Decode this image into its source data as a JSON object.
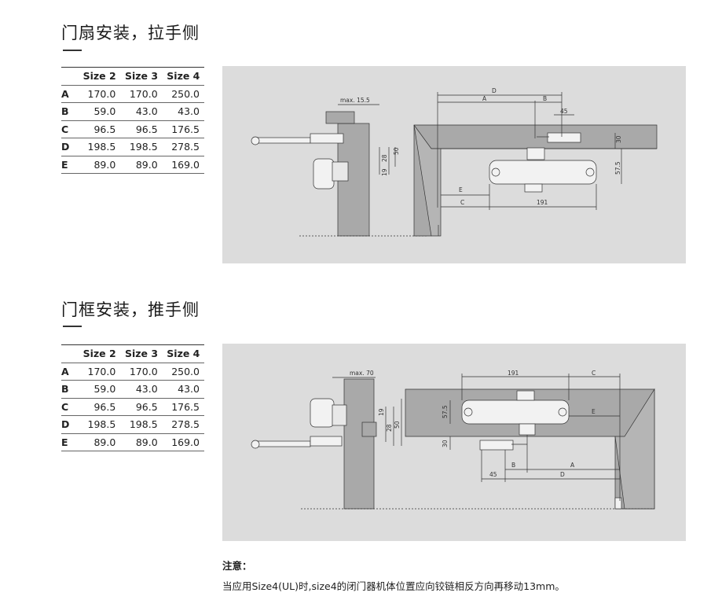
{
  "sections": [
    {
      "title": "门扇安装，拉手侧",
      "table": {
        "headers": [
          "",
          "Size 2",
          "Size 3",
          "Size 4"
        ],
        "rows": [
          {
            "key": "A",
            "values": [
              "170.0",
              "170.0",
              "250.0"
            ]
          },
          {
            "key": "B",
            "values": [
              "59.0",
              "43.0",
              "43.0"
            ]
          },
          {
            "key": "C",
            "values": [
              "96.5",
              "96.5",
              "176.5"
            ]
          },
          {
            "key": "D",
            "values": [
              "198.5",
              "198.5",
              "278.5"
            ]
          },
          {
            "key": "E",
            "values": [
              "89.0",
              "89.0",
              "169.0"
            ]
          }
        ]
      },
      "diagram": {
        "labels": [
          "max. 15.5",
          "D",
          "A",
          "B",
          "45",
          "30",
          "57.5",
          "E",
          "C",
          "191",
          "50",
          "28",
          "19"
        ]
      }
    },
    {
      "title": "门框安装，推手侧",
      "table": {
        "headers": [
          "",
          "Size 2",
          "Size 3",
          "Size 4"
        ],
        "rows": [
          {
            "key": "A",
            "values": [
              "170.0",
              "170.0",
              "250.0"
            ]
          },
          {
            "key": "B",
            "values": [
              "59.0",
              "43.0",
              "43.0"
            ]
          },
          {
            "key": "C",
            "values": [
              "96.5",
              "96.5",
              "176.5"
            ]
          },
          {
            "key": "D",
            "values": [
              "198.5",
              "198.5",
              "278.5"
            ]
          },
          {
            "key": "E",
            "values": [
              "89.0",
              "89.0",
              "169.0"
            ]
          }
        ]
      },
      "diagram": {
        "labels": [
          "max. 70",
          "191",
          "C",
          "E",
          "57.5",
          "30",
          "45",
          "B",
          "A",
          "D",
          "19",
          "28",
          "50"
        ]
      }
    }
  ],
  "note": {
    "heading": "注意：",
    "text": "当应用Size4(UL)时,size4的闭门器机体位置应向铰链相反方向再移动13mm。"
  },
  "colors": {
    "diagram_bg": "#dcdcdc",
    "wall": "#a9a9a9",
    "closer": "#f2f2f2"
  }
}
